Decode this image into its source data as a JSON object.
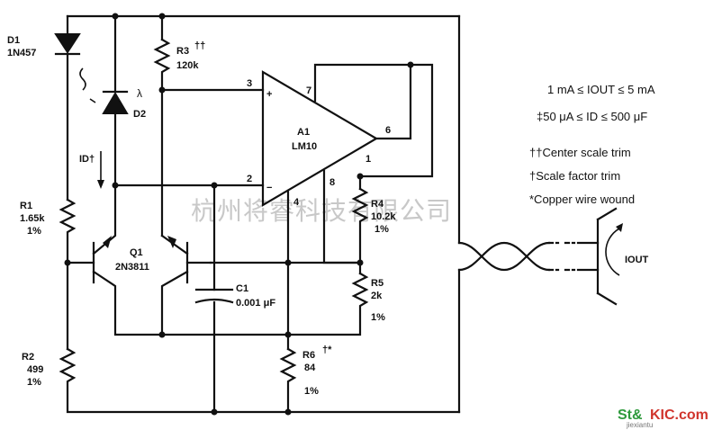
{
  "components": {
    "d1": {
      "ref": "D1",
      "value": "1N457"
    },
    "d2": {
      "ref": "D2",
      "symbol": "λ"
    },
    "r3": {
      "ref": "R3",
      "mark": "††",
      "value": "120k"
    },
    "r1": {
      "ref": "R1",
      "value": "1.65k",
      "tol": "1%"
    },
    "r2": {
      "ref": "R2",
      "value": "499",
      "tol": "1%"
    },
    "q1": {
      "ref": "Q1",
      "value": "2N3811"
    },
    "a1": {
      "ref": "A1",
      "value": "LM10"
    },
    "c1": {
      "ref": "C1",
      "value": "0.001 μF"
    },
    "r4": {
      "ref": "R4",
      "value": "10.2k",
      "tol": "1%"
    },
    "r5": {
      "ref": "R5",
      "value": "2k",
      "tol": "1%"
    },
    "r6": {
      "ref": "R6",
      "mark": "†*",
      "value": "84",
      "tol": "1%"
    }
  },
  "pins": {
    "p3": "3",
    "p2": "2",
    "p7": "7",
    "p4": "4",
    "p8": "8",
    "p6": "6",
    "p1": "1",
    "plus": "+",
    "minus": "−"
  },
  "current_label": "ID†",
  "output_label": "IOUT",
  "notes": {
    "range1": "1 mA ≤ IOUT ≤ 5 mA",
    "range2": "‡50 μA ≤ ID ≤ 500 μF",
    "trim1": "††Center scale trim",
    "trim2": "†Scale factor trim",
    "trim3": "*Copper wire wound"
  },
  "watermark": "杭州将睿科技有限公司",
  "logo": {
    "main_a": "St&",
    "main_b": "KIC.com",
    "sub": "jiexiantu"
  }
}
